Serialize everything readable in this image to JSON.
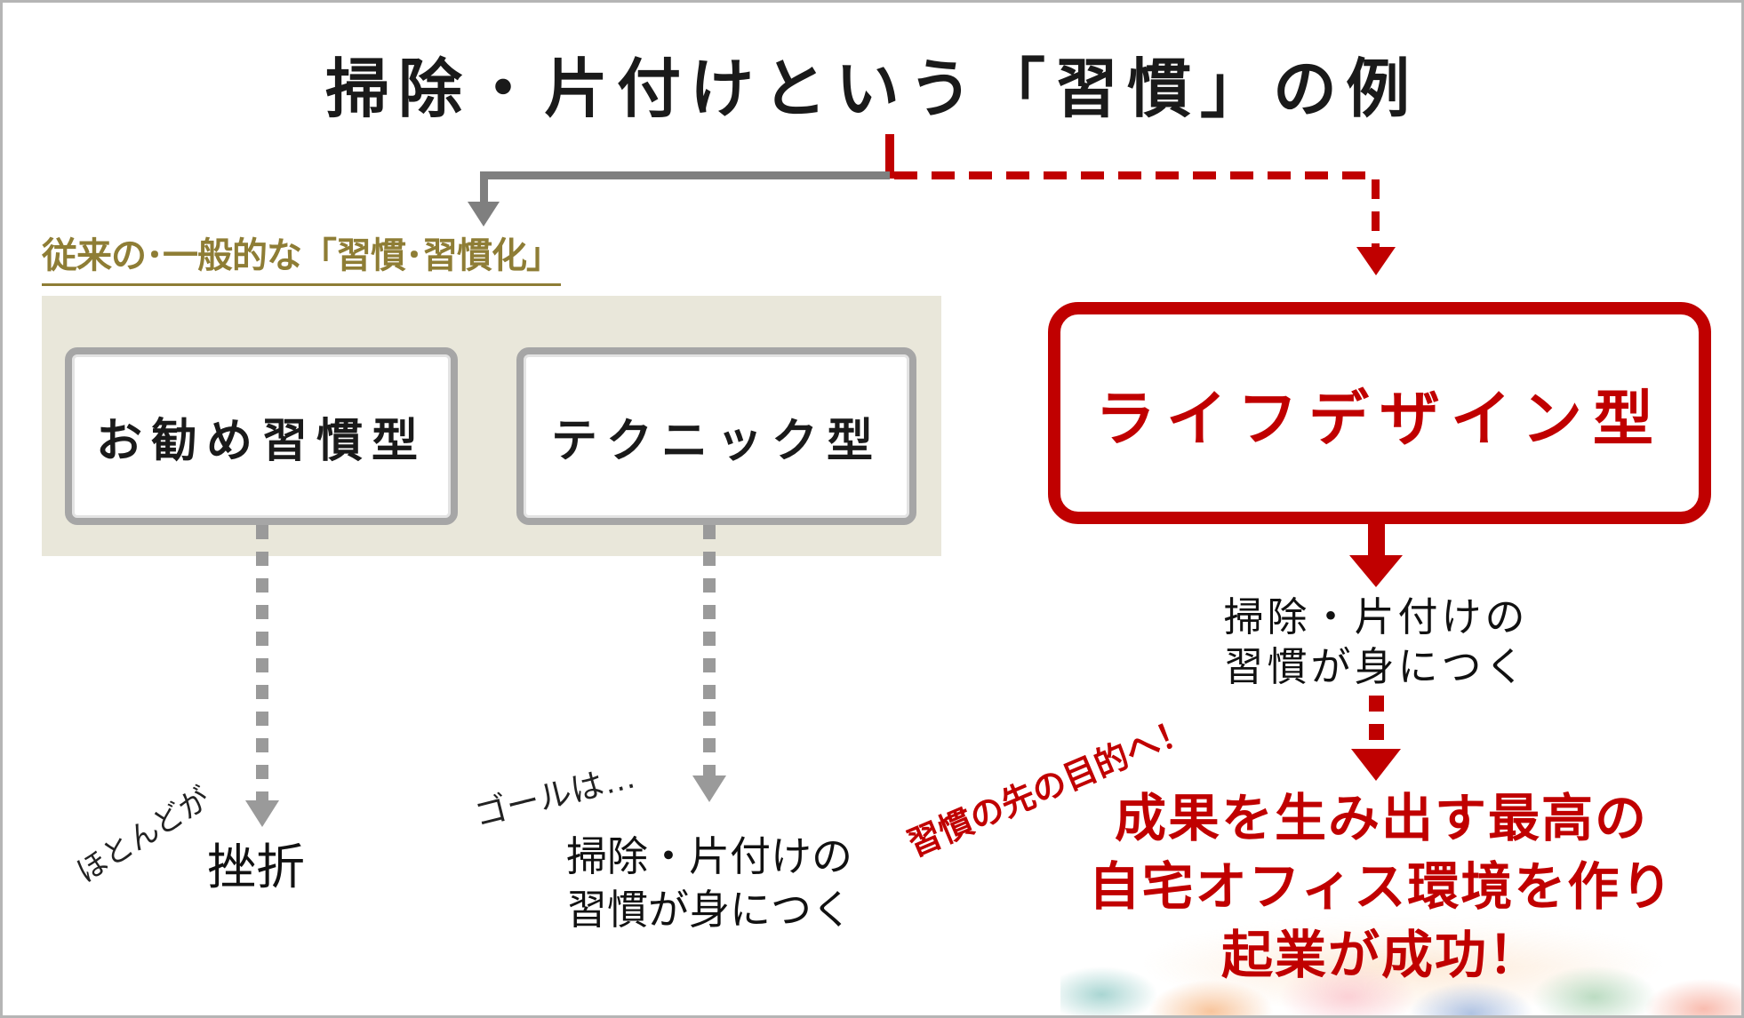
{
  "title": "掃除・片付けという「習慣」の例",
  "left": {
    "heading": "従来の･一般的な「習慣･習慣化」",
    "box1_label": "お勧め習慣型",
    "box2_label": "テクニック型",
    "outcome1_annotation": "ほとんどが",
    "outcome1_result": "挫折",
    "outcome2_annotation": "ゴールは…",
    "outcome2_lines": [
      "掃除・片付けの",
      "習慣が身につく"
    ]
  },
  "right": {
    "box_label": "ライフデザイン型",
    "result_lines": [
      "掃除・片付けの",
      "習慣が身につく"
    ],
    "annotation": "習慣の先の目的へ！",
    "final_lines": [
      "成果を生み出す最高の",
      "自宅オフィス環境を作り",
      "起業が成功！"
    ]
  },
  "colors": {
    "accent_red": "#c00000",
    "heading_olive": "#8e7d35",
    "connector_gray": "#7f7f7f",
    "dotted_arrow_gray": "#9a9a9a",
    "panel_beige": "#e9e7da",
    "box_border_gray": "#a6a6a6"
  },
  "icons": {
    "gray_arrowhead": "triangle-down",
    "red_arrowhead": "triangle-down"
  }
}
